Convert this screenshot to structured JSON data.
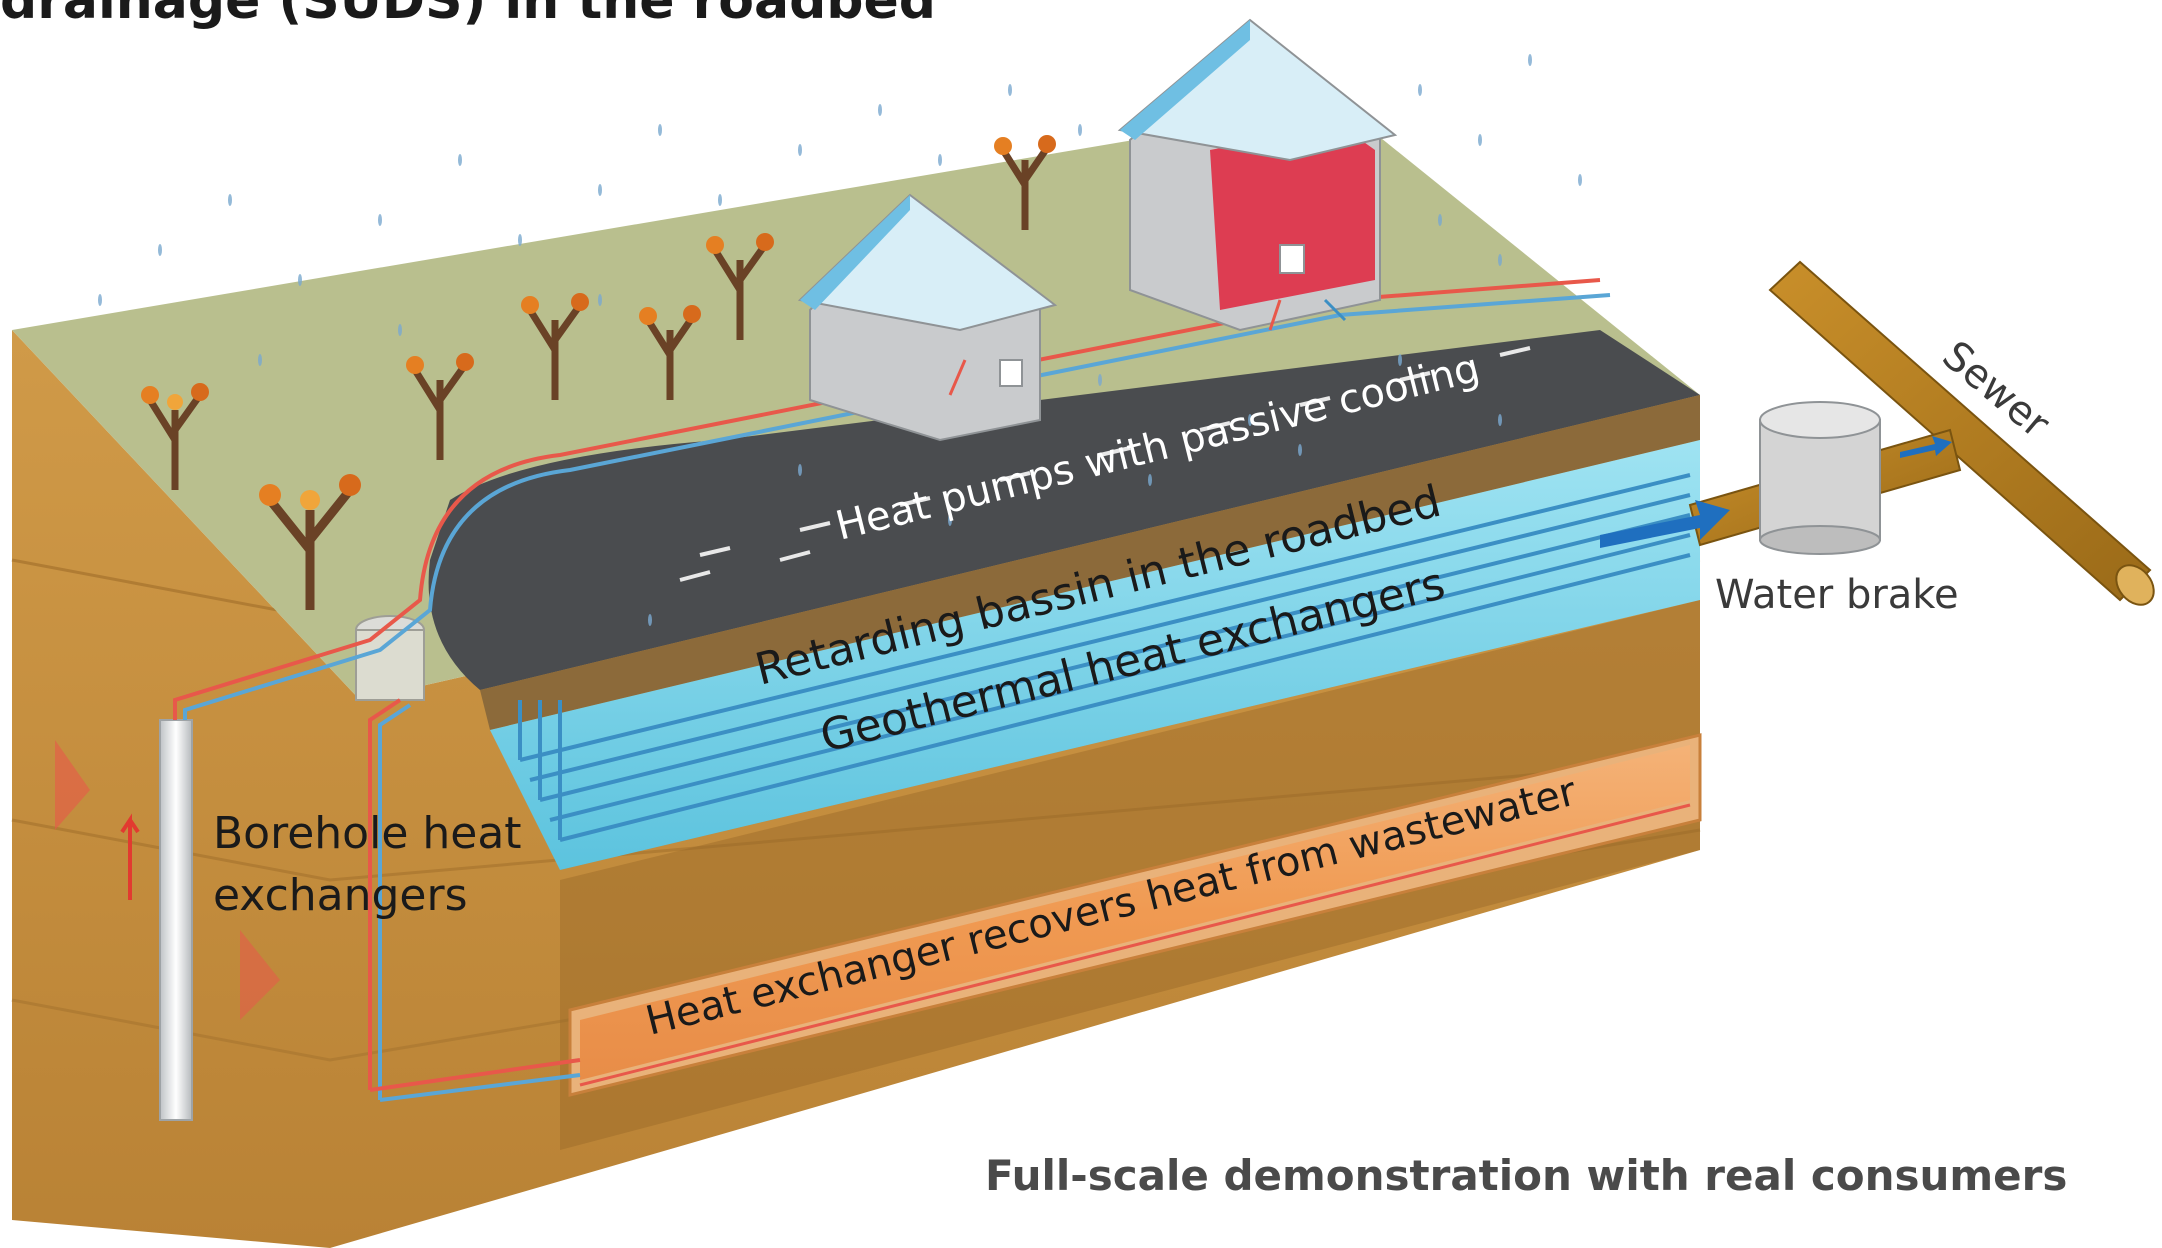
{
  "title": "drainage (SUDS) in the roadbed",
  "labels": {
    "heat_pumps": "Heat pumps with passive cooling",
    "retarding_basin": "Retarding bassin in the roadbed",
    "geothermal": "Geothermal heat exchangers",
    "borehole_line1": "Borehole heat",
    "borehole_line2": "exchangers",
    "wastewater": "Heat exchanger recovers heat from wastewater",
    "water_brake": "Water brake",
    "sewer": "Sewer",
    "footer": "Full-scale demonstration with real consumers"
  },
  "colors": {
    "grass": "#b9bf8e",
    "soil_front": "#c08a3d",
    "soil_side": "#a7742e",
    "road": "#525456",
    "water": "#7fd6ea",
    "hot_pipe": "#e8584a",
    "cold_pipe": "#5aa6d6",
    "sewer_pipe": "#b07a1c",
    "arrow_blue": "#1f6fbf"
  }
}
